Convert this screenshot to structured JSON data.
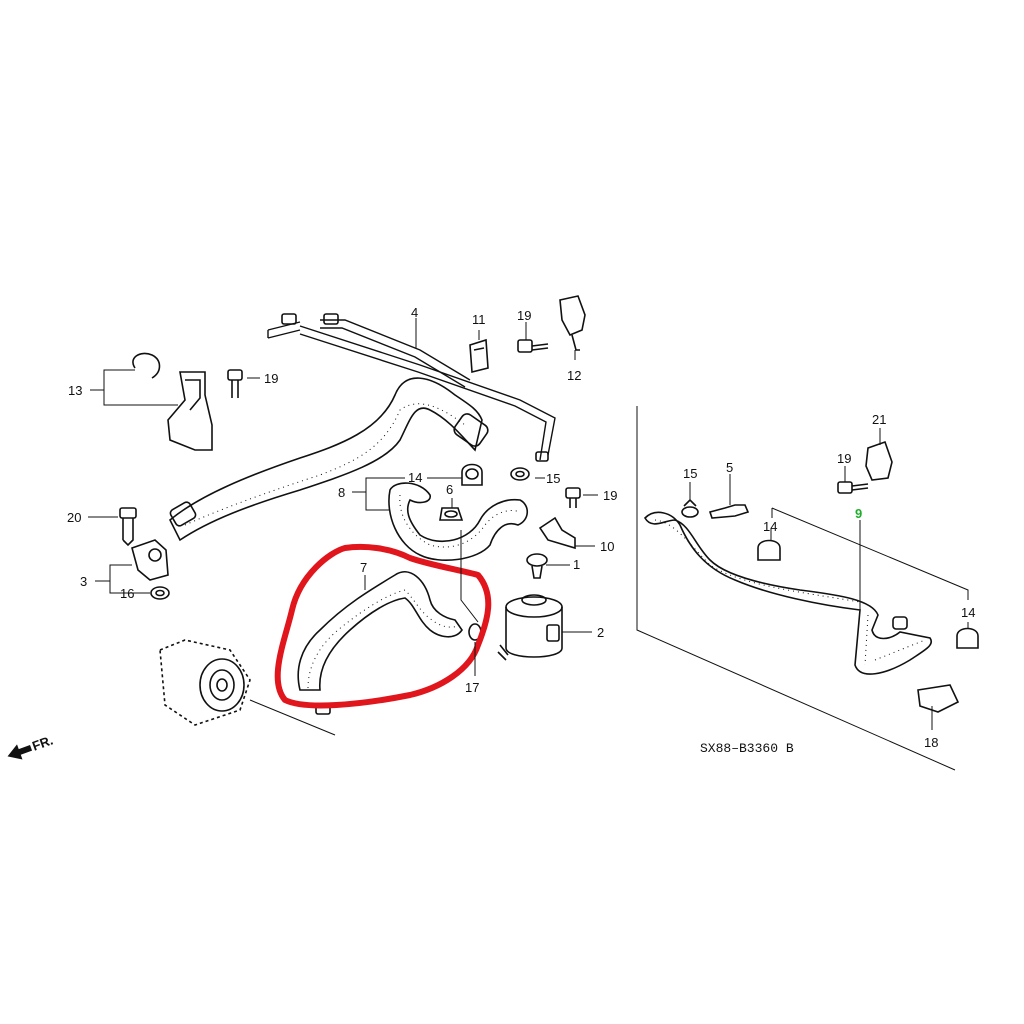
{
  "diagram_code": "SX88‒B3360 B",
  "direction_label": "FR.",
  "highlight_color": "#e0161c",
  "highlight_part": "7",
  "callouts": {
    "c1": "1",
    "c2": "2",
    "c3": "3",
    "c4": "4",
    "c5": "5",
    "c6": "6",
    "c7": "7",
    "c8": "8",
    "c9": "9",
    "c10": "10",
    "c11": "11",
    "c12": "12",
    "c13": "13",
    "c14a": "14",
    "c14b": "14",
    "c14c": "14",
    "c15a": "15",
    "c15b": "15",
    "c16": "16",
    "c17": "17",
    "c18": "18",
    "c19a": "19",
    "c19b": "19",
    "c19c": "19",
    "c19d": "19",
    "c20": "20",
    "c21": "21"
  }
}
